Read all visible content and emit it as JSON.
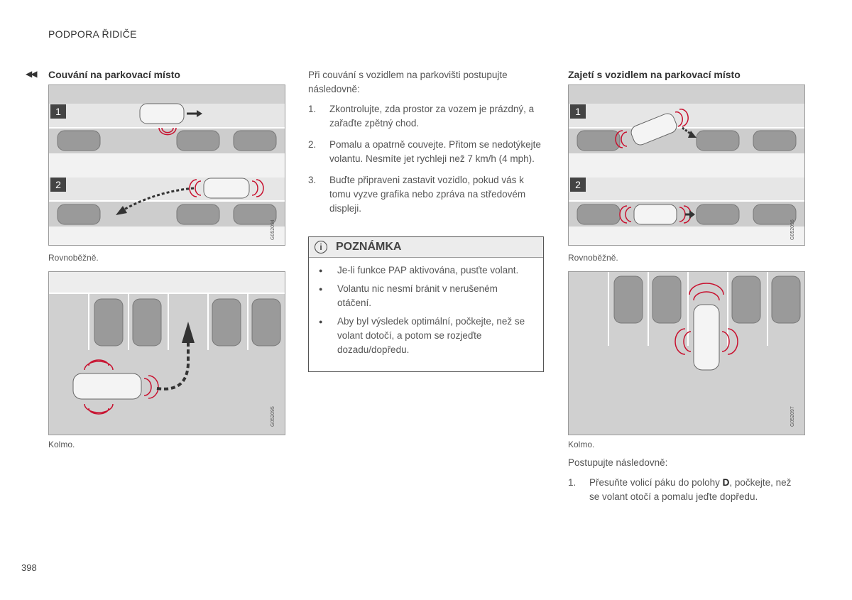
{
  "header": {
    "title": "PODPORA ŘIDIČE",
    "nav_icon": "double-left-chevron"
  },
  "left": {
    "title": "Couvání na parkovací místo",
    "figure1": {
      "label1": "1",
      "label2": "2",
      "code": "G052094",
      "caption": "Rovnoběžně."
    },
    "figure2": {
      "code": "G052095",
      "caption": "Kolmo."
    }
  },
  "middle": {
    "intro": "Při couvání s vozidlem na parkovišti postupujte následovně:",
    "steps": [
      {
        "num": "1.",
        "text": "Zkontrolujte, zda prostor za vozem je prázdný, a zařaďte zpětný chod."
      },
      {
        "num": "2.",
        "text": "Pomalu a opatrně couvejte. Přitom se nedotýkejte volantu. Nesmíte jet rychleji než 7 km/h (4 mph)."
      },
      {
        "num": "3.",
        "text": "Buďte připraveni zastavit vozidlo, pokud vás k tomu vyzve grafika nebo zpráva na středovém displeji."
      }
    ],
    "note": {
      "icon": "info-icon",
      "icon_glyph": "i",
      "title": "POZNÁMKA",
      "items": [
        "Je-li funkce PAP aktivována, pusťte volant.",
        "Volantu nic nesmí bránit v nerušeném otáčení.",
        "Aby byl výsledek optimální, počkejte, než se volant dotočí, a potom se rozjeďte dozadu/dopředu."
      ]
    }
  },
  "right": {
    "title": "Zajetí s vozidlem na parkovací místo",
    "figure1": {
      "label1": "1",
      "label2": "2",
      "code": "G052096",
      "caption": "Rovnoběžně."
    },
    "figure2": {
      "code": "G052097",
      "caption": "Kolmo."
    },
    "intro": "Postupujte následovně:",
    "step_num": "1.",
    "step_pre": "Přesuňte volicí páku do polohy ",
    "step_bold": "D",
    "step_post": ", počkejte, než se volant otočí a pomalu jeďte dopředu."
  },
  "page_number": "398",
  "colors": {
    "sensor_red": "#c8102e",
    "road_light": "#e9e9e9",
    "road_dark": "#cfcfcf",
    "label_bg": "#444444"
  }
}
